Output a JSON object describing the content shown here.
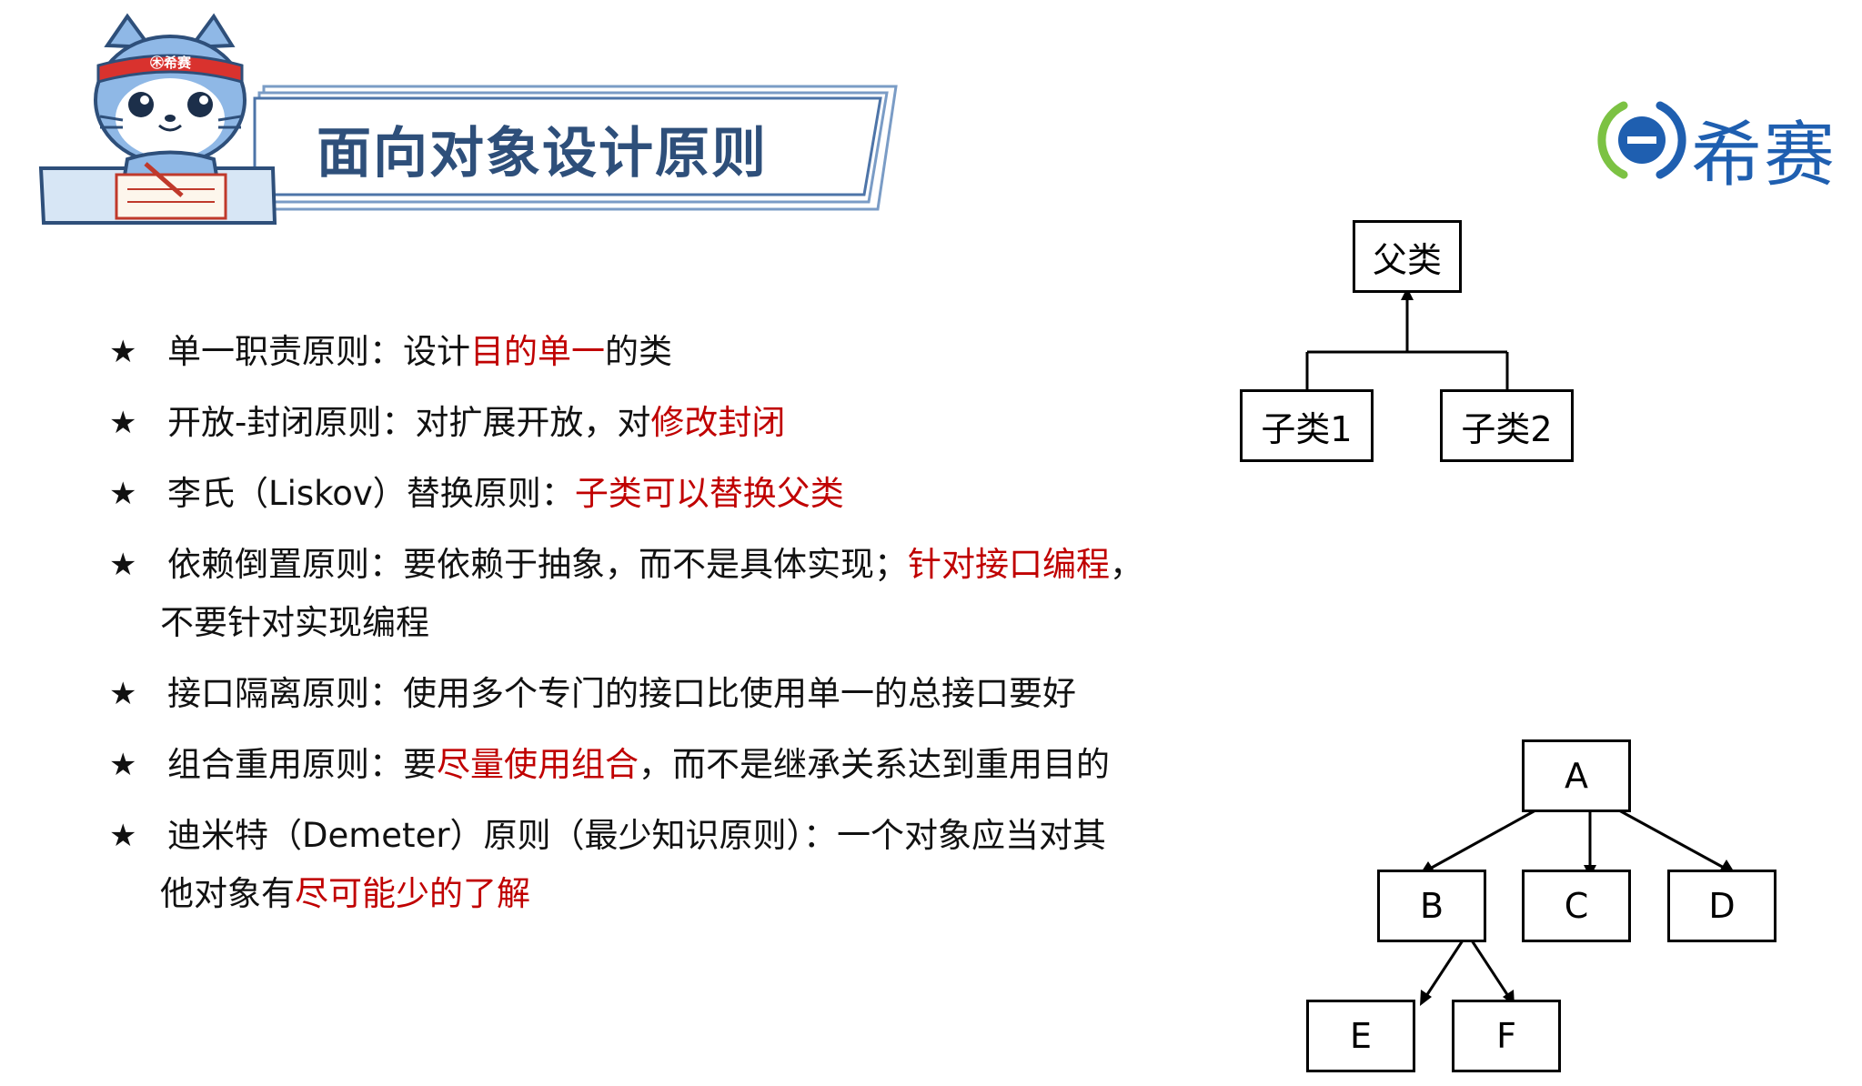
{
  "header": {
    "title": "面向对象设计原则",
    "mascot_badge": "㊍希赛"
  },
  "logo": {
    "text": "希赛"
  },
  "principles": [
    {
      "segments": [
        {
          "text": "单一职责原则：设计",
          "highlight": false
        },
        {
          "text": "目的单一",
          "highlight": true
        },
        {
          "text": "的类",
          "highlight": false
        }
      ]
    },
    {
      "segments": [
        {
          "text": "开放-封闭原则：对扩展开放，对",
          "highlight": false
        },
        {
          "text": "修改封闭",
          "highlight": true
        }
      ]
    },
    {
      "segments": [
        {
          "text": "李氏（Liskov）替换原则：",
          "highlight": false
        },
        {
          "text": "子类可以替换父类",
          "highlight": true
        }
      ]
    },
    {
      "segments": [
        {
          "text": "依赖倒置原则：要依赖于抽象，而不是具体实现；",
          "highlight": false
        },
        {
          "text": "针对接口编程",
          "highlight": true
        },
        {
          "text": "，",
          "highlight": false
        }
      ],
      "continuation": [
        {
          "text": "不要针对实现编程",
          "highlight": false
        }
      ]
    },
    {
      "segments": [
        {
          "text": "接口隔离原则：使用多个专门的接口比使用单一的总接口要好",
          "highlight": false
        }
      ]
    },
    {
      "segments": [
        {
          "text": "组合重用原则：要",
          "highlight": false
        },
        {
          "text": "尽量使用组合",
          "highlight": true
        },
        {
          "text": "，而不是继承关系达到重用目的",
          "highlight": false
        }
      ]
    },
    {
      "segments": [
        {
          "text": "迪米特（Demeter）原则（最少知识原则）：一个对象应当对其",
          "highlight": false
        }
      ],
      "continuation": [
        {
          "text": "他对象有",
          "highlight": false
        },
        {
          "text": "尽可能少的了解",
          "highlight": true
        }
      ]
    }
  ],
  "bullet_symbol": "★",
  "class_diagram": {
    "parent": "父类",
    "children": [
      "子类1",
      "子类2"
    ]
  },
  "tree_diagram": {
    "root": "A",
    "level1": [
      "B",
      "C",
      "D"
    ],
    "level2": [
      "E",
      "F"
    ]
  },
  "colors": {
    "title": "#2e4f7a",
    "highlight": "#c00000",
    "logo": "#1f5fb0",
    "banner_border": "#7a9cc6"
  }
}
